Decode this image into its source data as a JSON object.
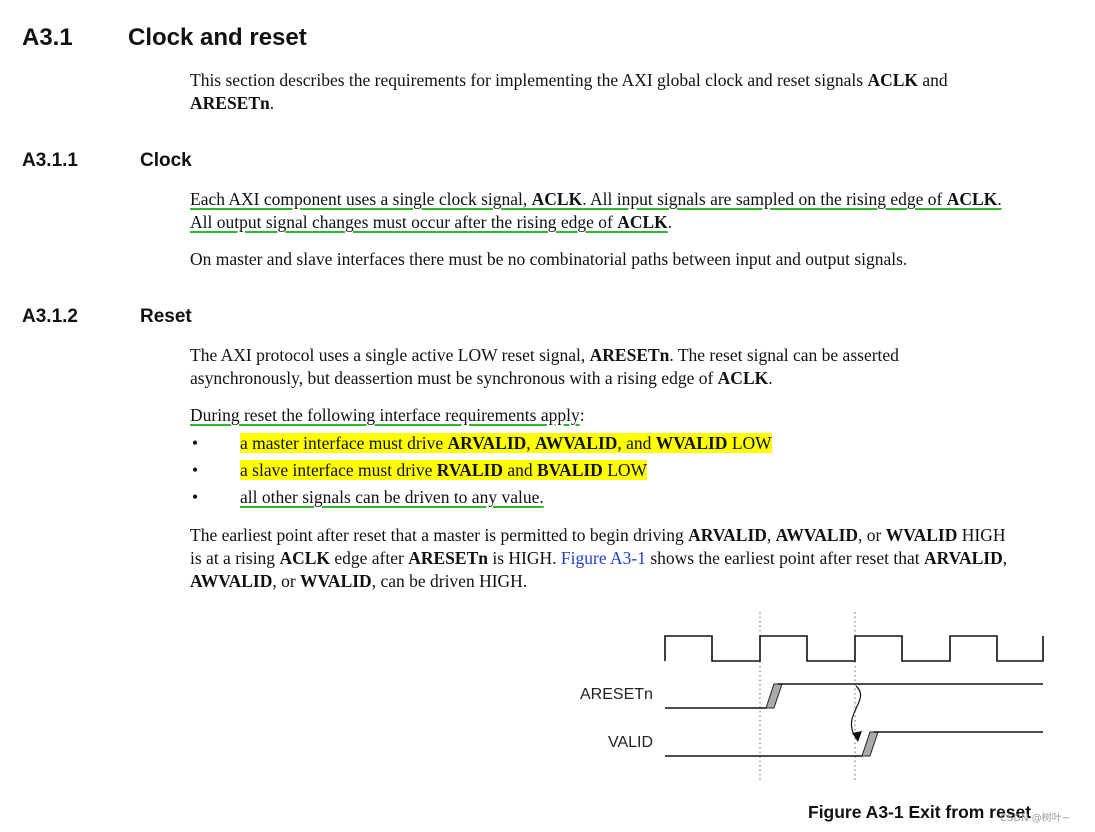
{
  "sec_a31": {
    "num": "A3.1",
    "title": "Clock and reset"
  },
  "intro": {
    "t1": "This section describes the requirements for implementing the AXI global clock and reset signals ",
    "b1": "ACLK",
    "t2": " and",
    "b2": "ARESETn",
    "t3": "."
  },
  "sec_a311": {
    "num": "A3.1.1",
    "title": "Clock"
  },
  "clock_p1": {
    "t1": "Each AXI component uses a single clock signal, ",
    "b1": "ACLK",
    "t2": ". All input signals are sampled on the rising edge of ",
    "b2": "ACLK",
    "t3": ".",
    "t4": "All output signal changes must occur after the rising edge of ",
    "b3": "ACLK",
    "t5": "."
  },
  "clock_p2": "On master and slave interfaces there must be no combinatorial paths between input and output signals.",
  "sec_a312": {
    "num": "A3.1.2",
    "title": "Reset"
  },
  "reset_p1": {
    "t1": "The AXI protocol uses a single active LOW reset signal, ",
    "b1": "ARESETn",
    "t2": ". The reset signal can be asserted",
    "t3": "asynchronously, but deassertion must be synchronous with a rising edge of ",
    "b2": "ACLK",
    "t4": "."
  },
  "reset_req": {
    "t1": "During reset the following interface requirements apply",
    "t2": ":"
  },
  "bullets": {
    "mark": "•",
    "b1": {
      "t1": "a master interface must drive ",
      "b1": "ARVALID",
      "t2": ", ",
      "b2": "AWVALID",
      "t3": ", and ",
      "b3": "WVALID",
      "t4": " LOW"
    },
    "b2": {
      "t1": "a slave interface must drive ",
      "b1": "RVALID",
      "t2": " and ",
      "b2": "BVALID",
      "t3": " LOW"
    },
    "b3": {
      "t1": "all other signals can be driven to any value."
    }
  },
  "earliest": {
    "t1": "The earliest point after reset that a master is permitted to begin driving ",
    "b1": "ARVALID",
    "t2": ", ",
    "b2": "AWVALID",
    "t3": ", or ",
    "b3": "WVALID",
    "t4": " HIGH",
    "t5": "is at a rising ",
    "b4": "ACLK",
    "t6": " edge after ",
    "b5": "ARESETn",
    "t7": " is HIGH. ",
    "link": "Figure A3-1",
    "t8": " shows the earliest point after reset that ",
    "b6": "ARVALID",
    "t9": ",",
    "b7": "AWVALID",
    "t10": ", or ",
    "b8": "WVALID",
    "t11": ", can be driven HIGH."
  },
  "figure": {
    "sig_areset": "ARESETn",
    "sig_valid": "VALID",
    "caption": "Figure A3-1 Exit from reset"
  },
  "watermark": "CSDN @树叶~",
  "colors": {
    "underline": "#2eb82e",
    "highlight": "#ffff00",
    "link": "#1f3fcf"
  }
}
